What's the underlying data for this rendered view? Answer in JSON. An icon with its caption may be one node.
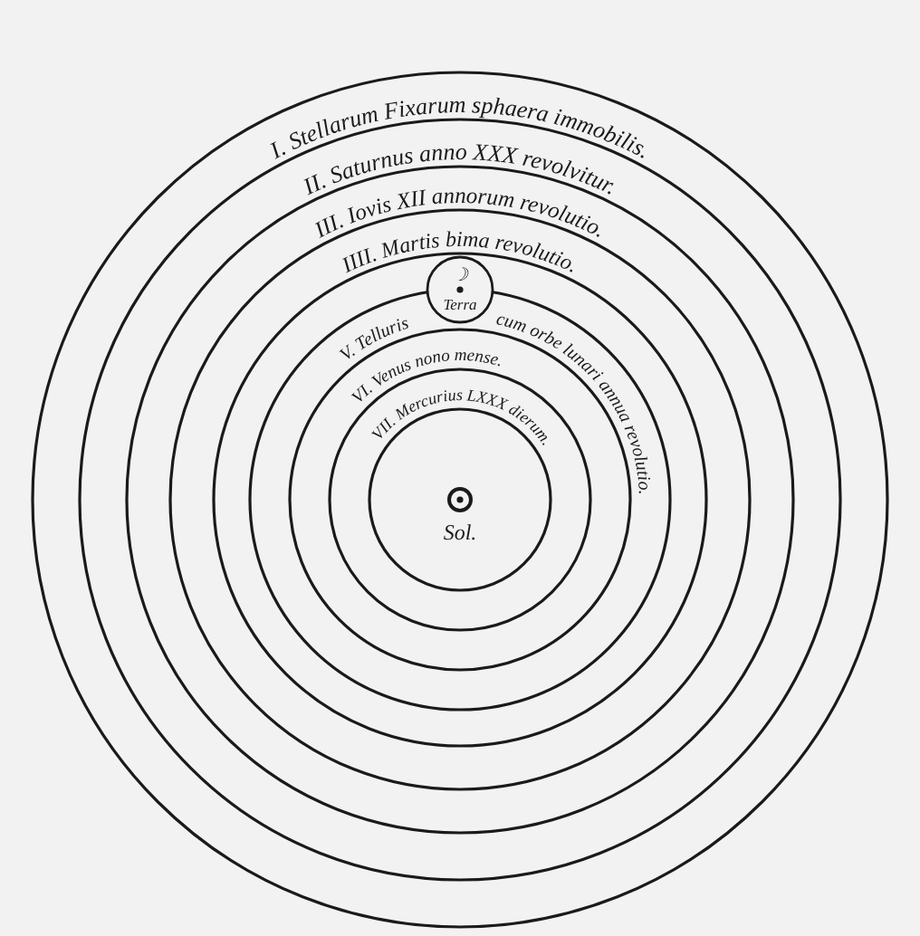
{
  "diagram": {
    "labels": [
      "I. Stellarum Fixarum sphaera immobilis.",
      "II. Saturnus anno XXX revolvitur.",
      "III. Iovis XII annorum revolutio.",
      "IIII. Martis bima revolutio.",
      "V. Telluris cum orbe lunari annua revolutio.",
      "VI. Venus nono mense.",
      "VII. Mercurius LXXX dierum.",
      "☽",
      "Terra",
      "Sol."
    ]
  }
}
